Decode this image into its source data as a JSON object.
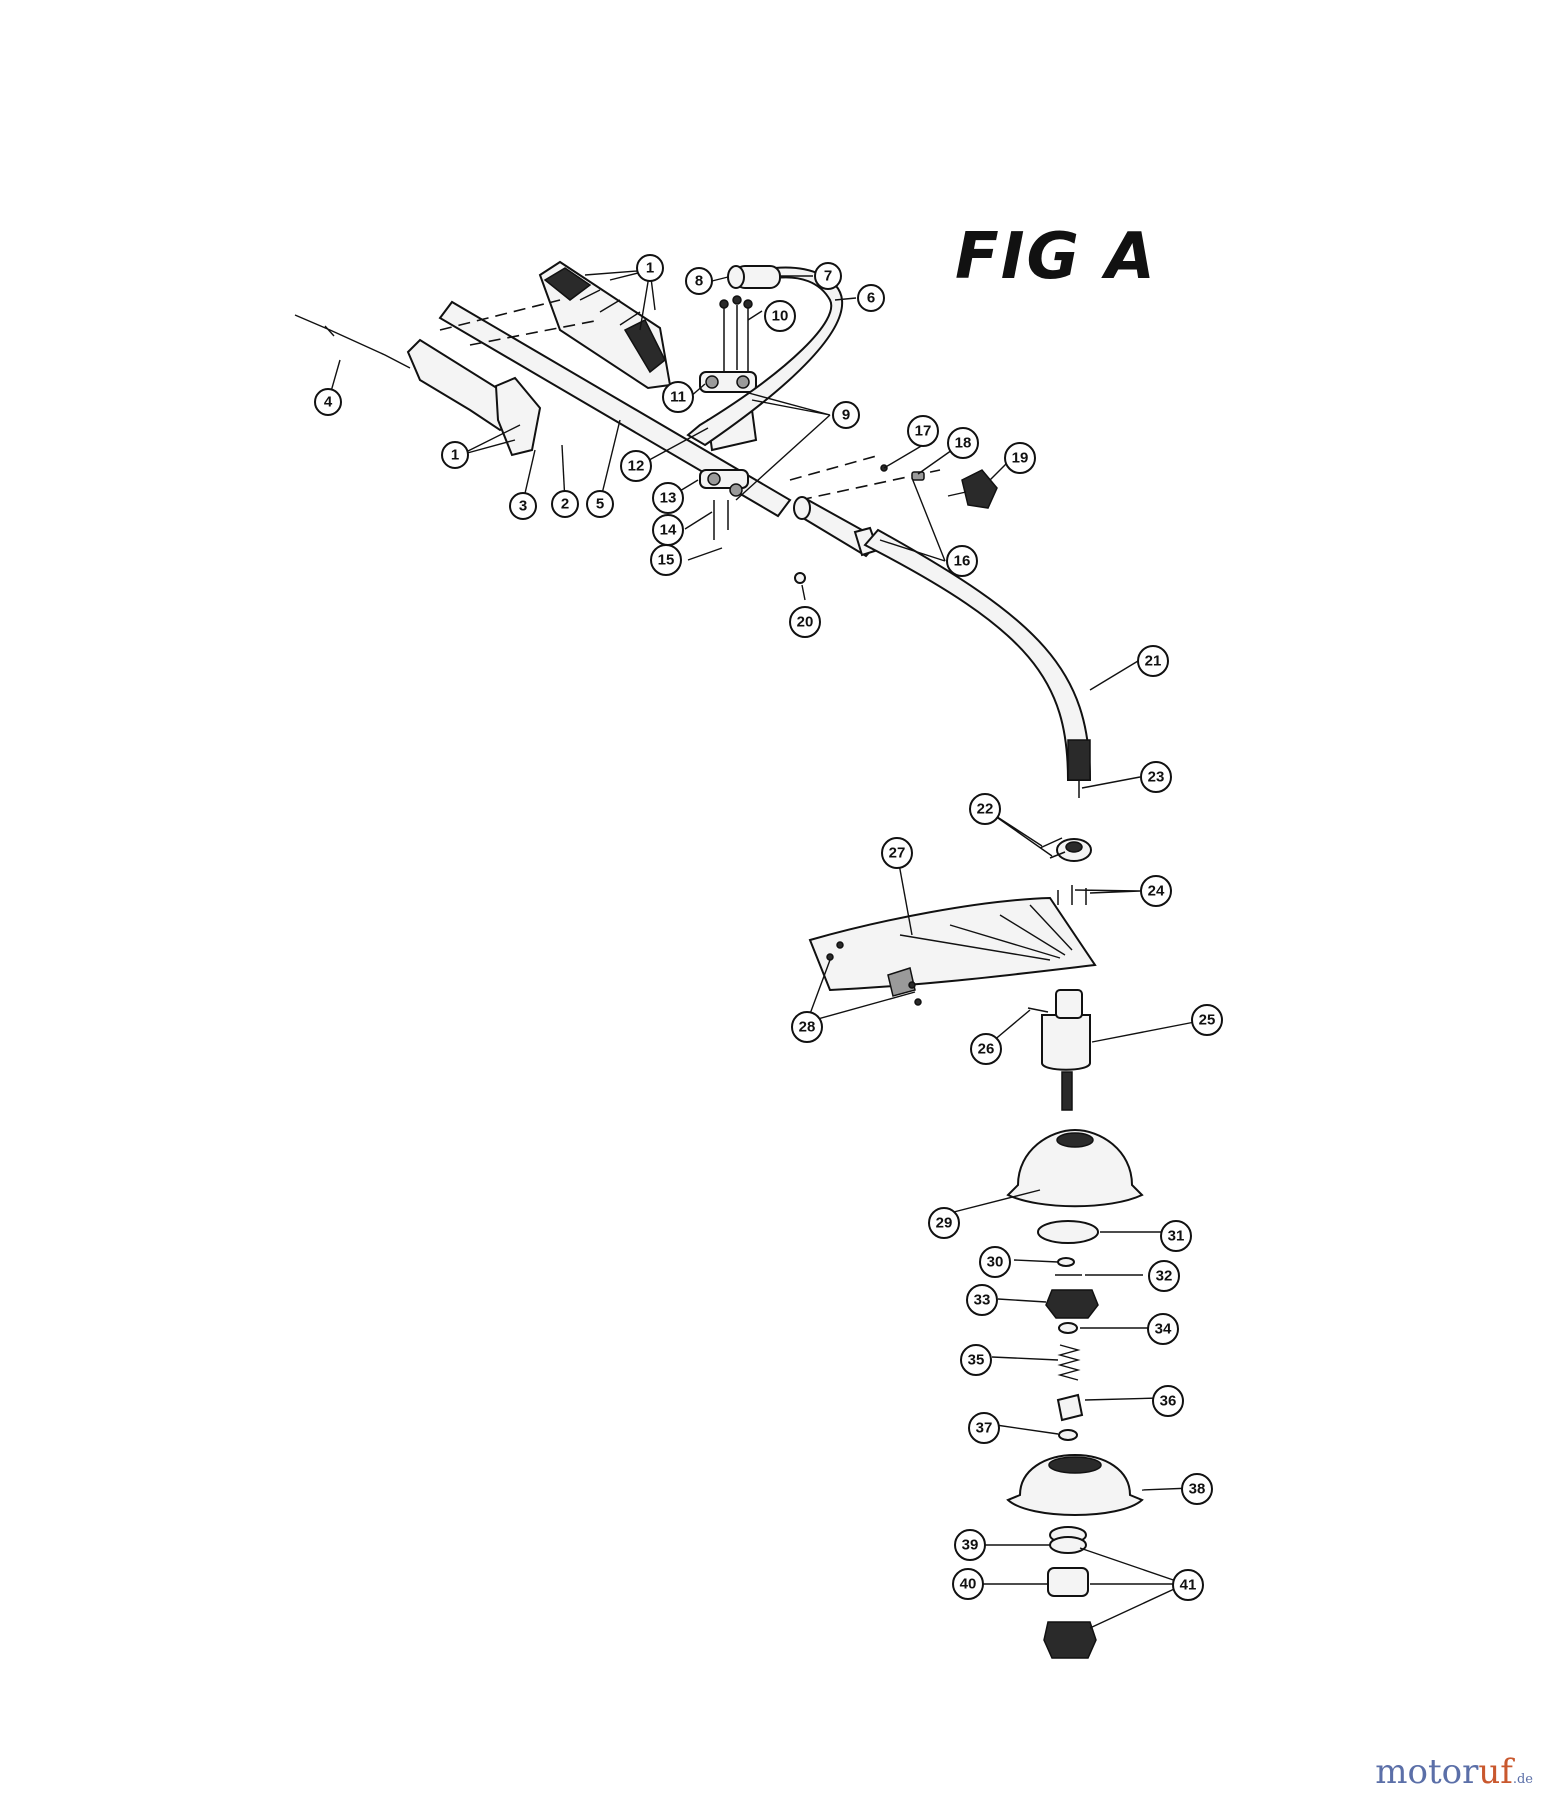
{
  "figure": {
    "title": "FIG A"
  },
  "callouts": [
    {
      "id": "c1a",
      "label": "1"
    },
    {
      "id": "c1b",
      "label": "1"
    },
    {
      "id": "c2",
      "label": "2"
    },
    {
      "id": "c3",
      "label": "3"
    },
    {
      "id": "c4",
      "label": "4"
    },
    {
      "id": "c5",
      "label": "5"
    },
    {
      "id": "c6",
      "label": "6"
    },
    {
      "id": "c7",
      "label": "7"
    },
    {
      "id": "c8",
      "label": "8"
    },
    {
      "id": "c9",
      "label": "9"
    },
    {
      "id": "c10",
      "label": "10"
    },
    {
      "id": "c11",
      "label": "11"
    },
    {
      "id": "c12",
      "label": "12"
    },
    {
      "id": "c13",
      "label": "13"
    },
    {
      "id": "c14",
      "label": "14"
    },
    {
      "id": "c15",
      "label": "15"
    },
    {
      "id": "c16",
      "label": "16"
    },
    {
      "id": "c17",
      "label": "17"
    },
    {
      "id": "c18",
      "label": "18"
    },
    {
      "id": "c19",
      "label": "19"
    },
    {
      "id": "c20",
      "label": "20"
    },
    {
      "id": "c21",
      "label": "21"
    },
    {
      "id": "c22",
      "label": "22"
    },
    {
      "id": "c23",
      "label": "23"
    },
    {
      "id": "c24",
      "label": "24"
    },
    {
      "id": "c25",
      "label": "25"
    },
    {
      "id": "c26",
      "label": "26"
    },
    {
      "id": "c27",
      "label": "27"
    },
    {
      "id": "c28",
      "label": "28"
    },
    {
      "id": "c29",
      "label": "29"
    },
    {
      "id": "c30",
      "label": "30"
    },
    {
      "id": "c31",
      "label": "31"
    },
    {
      "id": "c32",
      "label": "32"
    },
    {
      "id": "c33",
      "label": "33"
    },
    {
      "id": "c34",
      "label": "34"
    },
    {
      "id": "c35",
      "label": "35"
    },
    {
      "id": "c36",
      "label": "36"
    },
    {
      "id": "c37",
      "label": "37"
    },
    {
      "id": "c38",
      "label": "38"
    },
    {
      "id": "c39",
      "label": "39"
    },
    {
      "id": "c40",
      "label": "40"
    },
    {
      "id": "c41",
      "label": "41"
    }
  ],
  "watermark": {
    "brand_main": "motor",
    "brand_accent": "uf",
    "tld": ".de"
  }
}
